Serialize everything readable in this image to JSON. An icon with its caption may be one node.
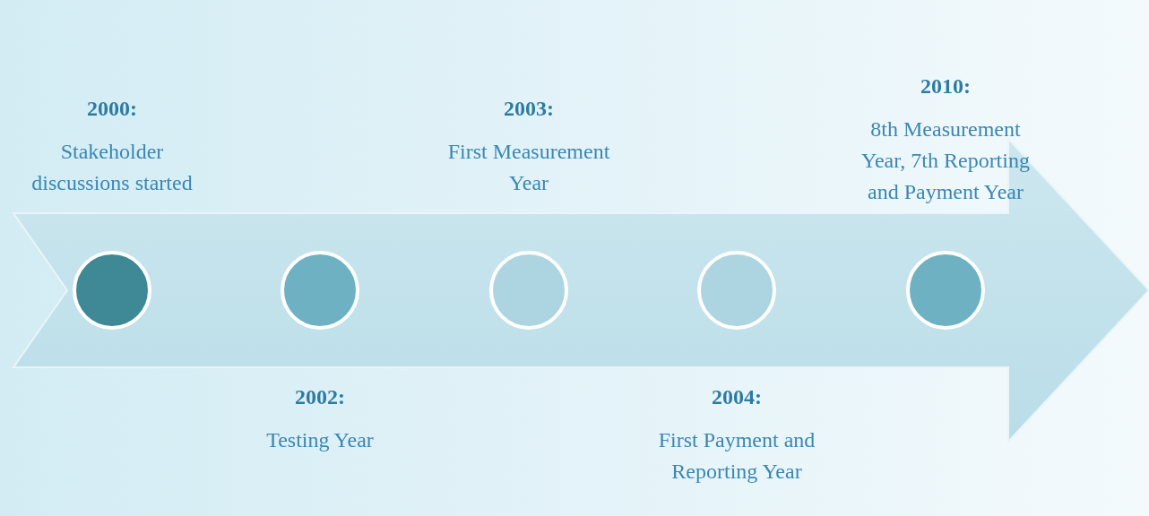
{
  "diagram": {
    "nodes": [
      {
        "text": [],
        "shape": "circle",
        "beside": [
          "2000:",
          "Stakeholder discussions started"
        ]
      },
      {
        "text": [],
        "shape": "circle",
        "beside": [
          "2002:",
          "Testing Year"
        ]
      },
      {
        "text": [],
        "shape": "circle",
        "beside": [
          "2003:",
          "First Measurement Year"
        ]
      },
      {
        "text": [],
        "shape": "circle",
        "beside": [
          "2004:",
          "First Payment and Reporting Year"
        ]
      },
      {
        "text": [],
        "shape": "circle",
        "beside": [
          "2010:",
          "8th Measurement Year, 7th Reporting and Payment Year"
        ]
      }
    ]
  }
}
